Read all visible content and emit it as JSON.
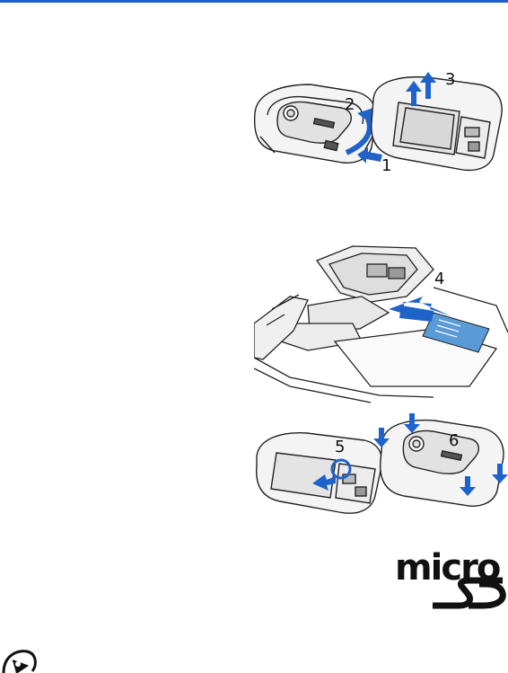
{
  "header": {
    "rule_color": "#1f5fd6"
  },
  "figures": {
    "remove_cover": {
      "labels": [
        "1",
        "2",
        "3"
      ]
    },
    "insert_sim": {
      "labels": [
        "4"
      ]
    },
    "replace_cover": {
      "labels": [
        "5",
        "6"
      ]
    }
  },
  "logo": {
    "micro_text": "micro",
    "sd_text": "SD"
  },
  "colors": {
    "arrow_blue": "#1e63c9",
    "sim_blue": "#5a9ad6",
    "line": "#222222"
  },
  "icons": {
    "note_icon": "important-note-icon"
  }
}
